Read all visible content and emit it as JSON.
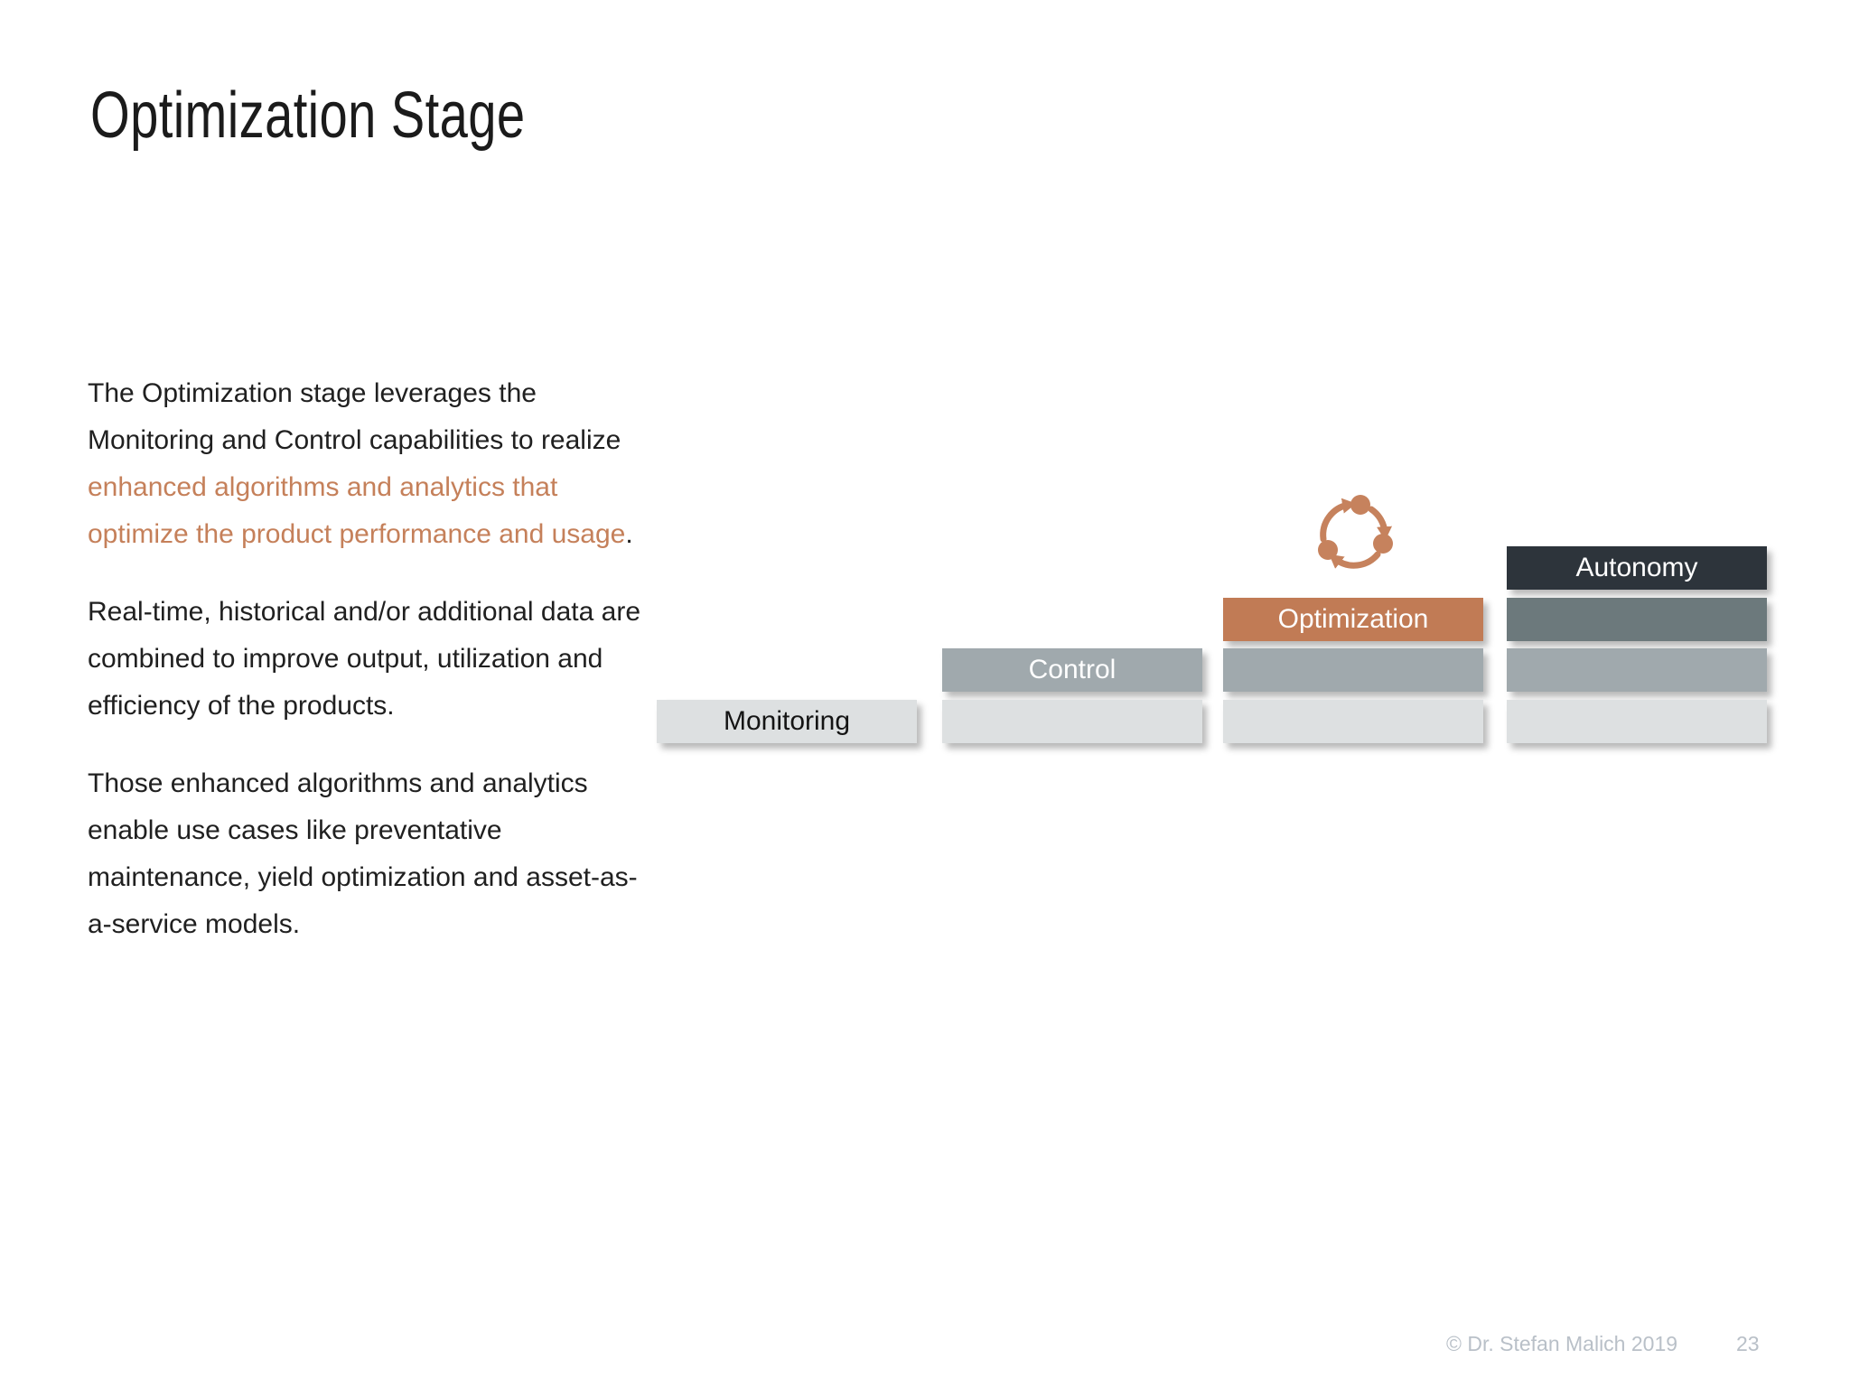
{
  "slide": {
    "title": "Optimization Stage",
    "body": {
      "paragraph1": {
        "pre": "The Optimization stage leverages the Monitoring and Control capabilities to realize ",
        "highlight": "enhanced algorithms and analytics that optimize the product performance and usage",
        "post": "."
      },
      "paragraph2": "Real-time, historical and/or additional data are combined to improve output, utilization and efficiency of the products.",
      "paragraph3": "Those enhanced algorithms and analytics enable use cases like preventative maintenance, yield optimization and asset-as-a-service models."
    },
    "footer": {
      "copyright": "© Dr. Stefan Malich 2019",
      "page_number": "23"
    }
  },
  "diagram": {
    "type": "staircase-maturity-model",
    "icon": "cycle-arrows-icon",
    "labels": {
      "monitoring": "Monitoring",
      "control": "Control",
      "optimization": "Optimization",
      "autonomy": "Autonomy"
    },
    "colors": {
      "monitoring_level": "#dde0e1",
      "control_level": "#a0a9ad",
      "optimization_level": "#6c797c",
      "optimization_highlight": "#c17b55",
      "autonomy_level": "#2d343b",
      "highlight_text": "#c5805a",
      "icon_orange": "#c6825d"
    }
  }
}
